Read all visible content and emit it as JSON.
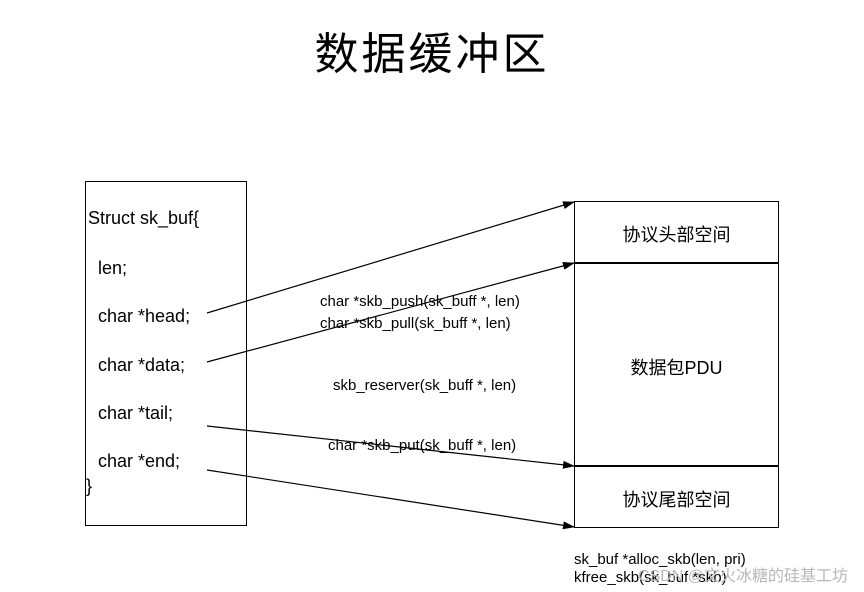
{
  "title": "数据缓冲区",
  "struct": {
    "header": "Struct sk_buf{",
    "fields": [
      "len;",
      "char *head;",
      "char *data;",
      "char *tail;",
      "char *end;"
    ],
    "footer": "}"
  },
  "buffer": {
    "header_space": "协议头部空间",
    "payload": "数据包PDU",
    "tail_space": "协议尾部空间"
  },
  "functions": {
    "push": "char *skb_push(sk_buff *, len)",
    "pull": "char *skb_pull(sk_buff *, len)",
    "reserve": "skb_reserver(sk_buff *, len)",
    "put": "char *skb_put(sk_buff *, len)",
    "alloc": "sk_buf *alloc_skb(len, pri)",
    "free": "kfree_skb(sk_buf *skb)"
  },
  "watermark": "CSDN @文火冰糖的硅基工坊"
}
